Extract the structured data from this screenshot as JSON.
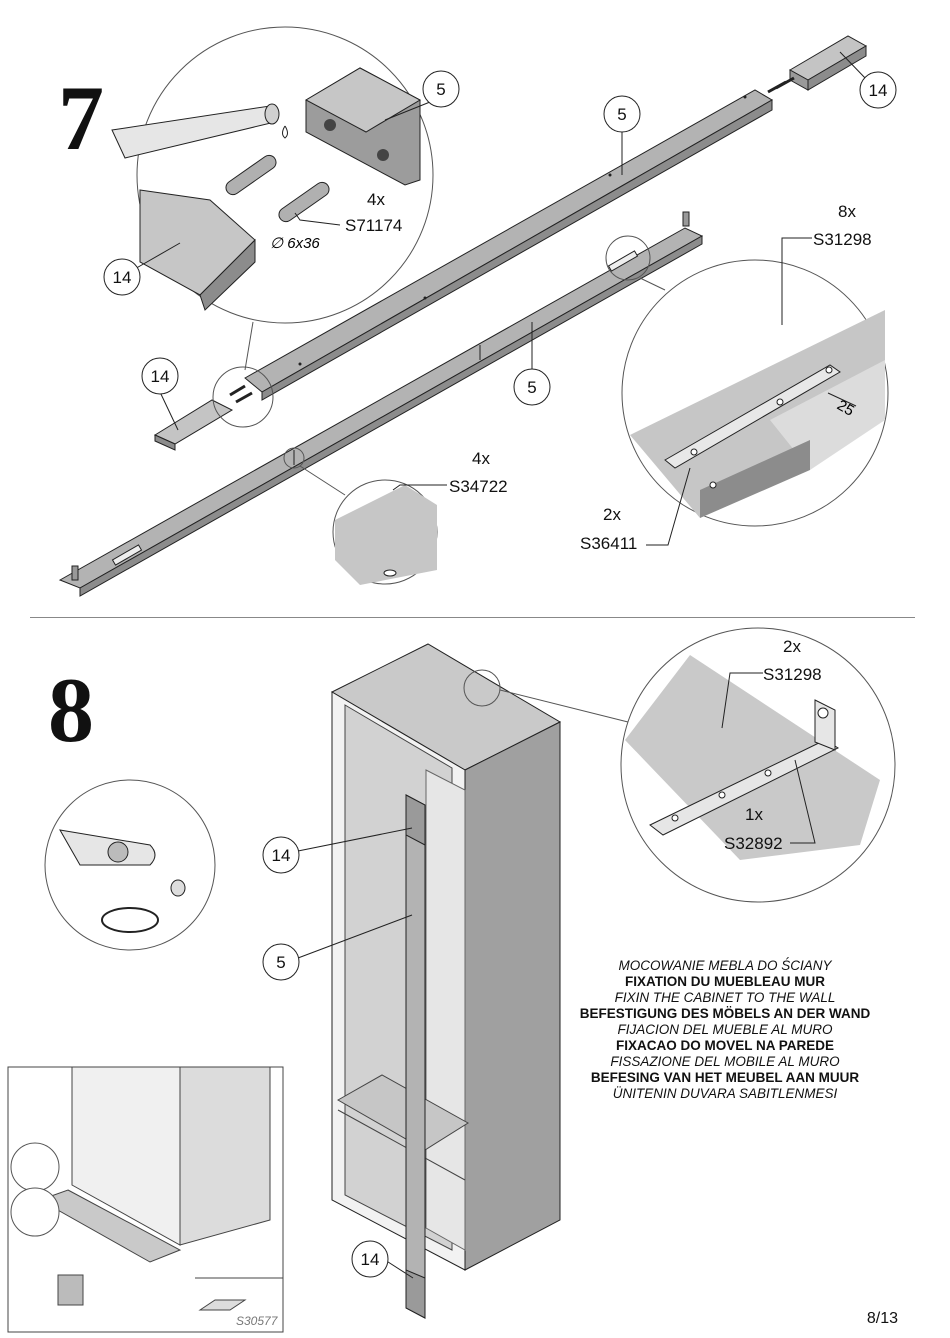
{
  "step7": {
    "number": "7",
    "labels": {
      "part5": "5",
      "part14": "14",
      "qty4x_a": "4x",
      "code_s71174": "S71174",
      "dowel_size": "6x36",
      "qty8x": "8x",
      "code_s31298": "S31298",
      "qty4x_b": "4x",
      "code_s34722": "S34722",
      "qty2x": "2x",
      "code_s36411": "S36411",
      "dim25": "25"
    }
  },
  "step8": {
    "number": "8",
    "labels": {
      "qty2x": "2x",
      "code_s31298": "S31298",
      "qty1x": "1x",
      "code_s32892": "S32892",
      "part14": "14",
      "part5": "5"
    }
  },
  "caption": {
    "lines": [
      "MOCOWANIE MEBLA DO ŚCIANY",
      "FIXATION DU MUEBLEAU MUR",
      "FIXIN THE CABINET TO THE WALL",
      "BEFESTIGUNG DES MÖBELS AN DER WAND",
      "FIJACION DEL MUEBLE AL MURO",
      "FIXACAO DO MOVEL NA PAREDE",
      "FISSAZIONE DEL MOBILE AL MURO",
      "BEFESING VAN HET MEUBEL AAN MUUR",
      "ÜNITENIN DUVARA SABITLENMESI"
    ]
  },
  "inset_code": "S30577",
  "page_number": "8/13"
}
